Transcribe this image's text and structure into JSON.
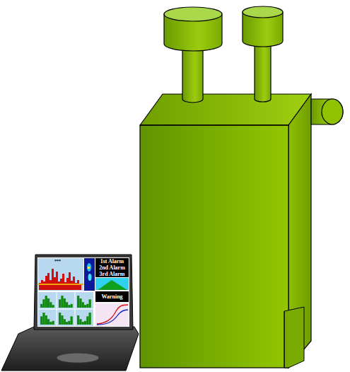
{
  "diagram": {
    "nodes": [
      {
        "text": [
          "1st Alarm",
          "2nd Alarm",
          "3rd Alarm"
        ]
      },
      {
        "text": [
          "Warning"
        ]
      }
    ],
    "labels": [
      "***"
    ]
  }
}
